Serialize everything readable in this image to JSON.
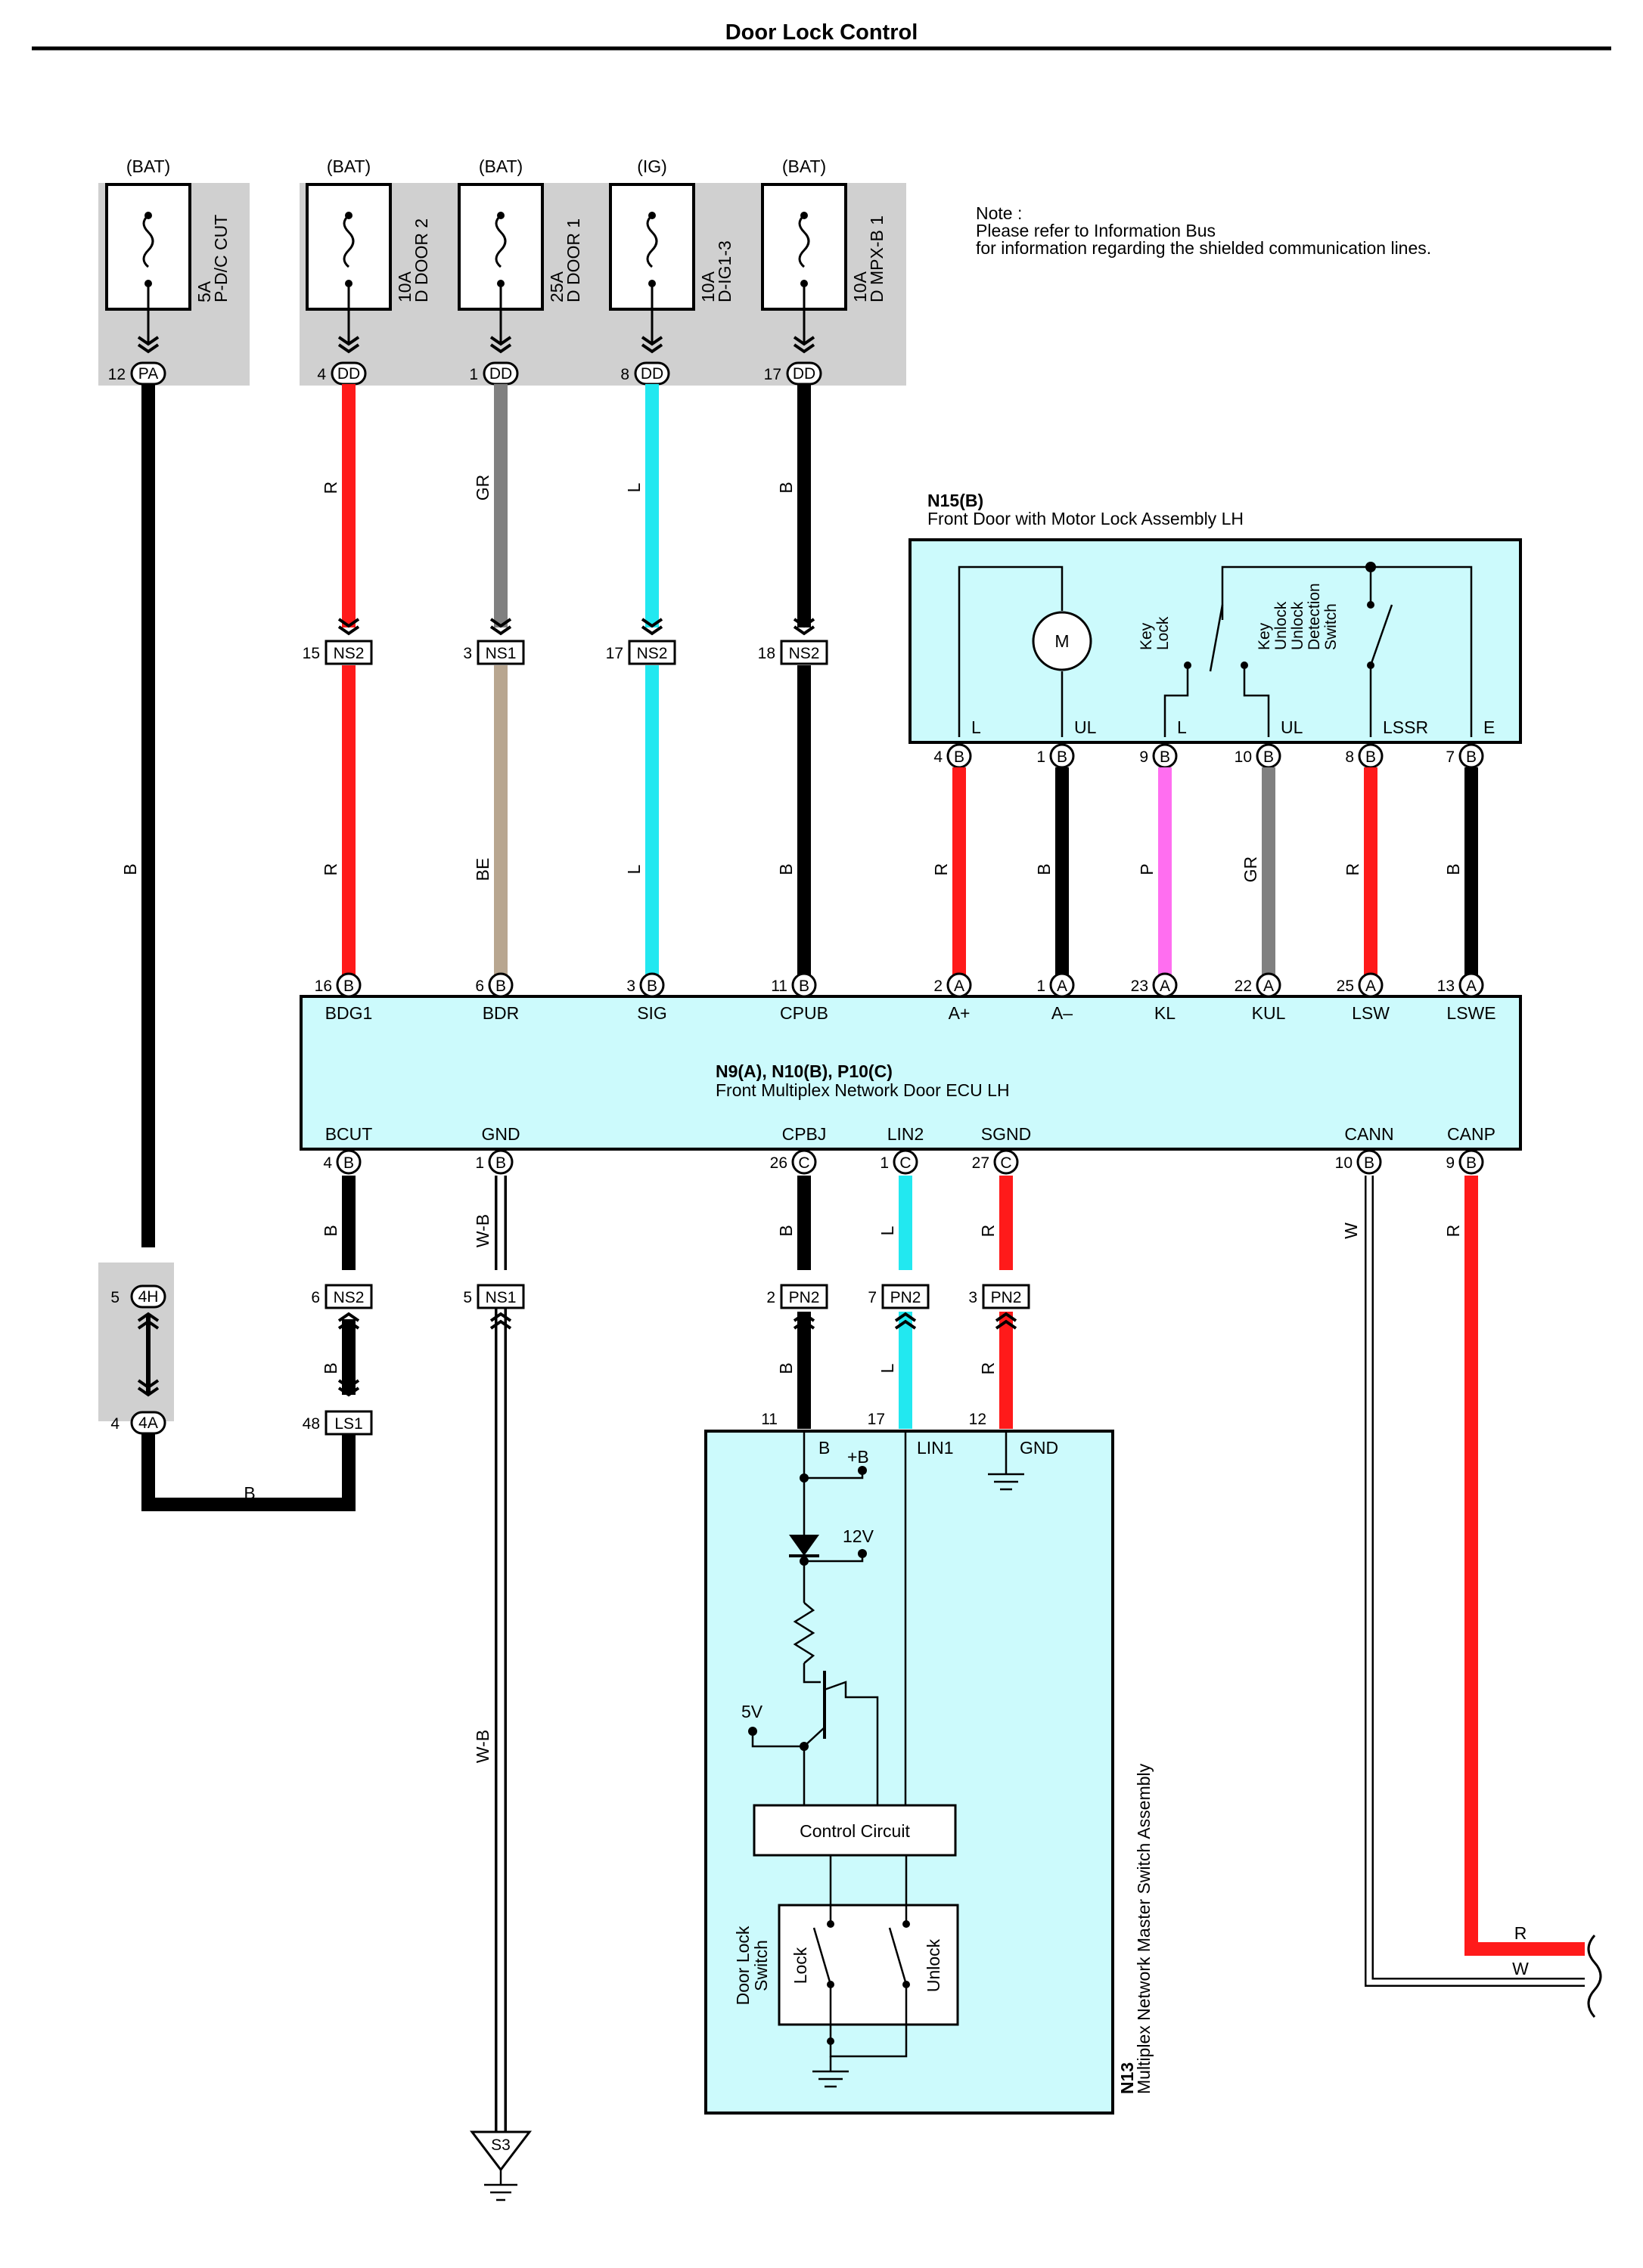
{
  "title": "Door Lock Control",
  "note": {
    "line1": "Note :",
    "line2": "Please refer to Information Bus",
    "line3": "for information regarding the shielded communication lines."
  },
  "colors": {
    "R": "#ff1a1a",
    "B": "#000000",
    "GR": "#808080",
    "L": "#22e8f0",
    "BE": "#b8a690",
    "P": "#ff6ef0",
    "W": "#ffffff",
    "component_fill": "#ccfafc",
    "junction_fill": "#d0d0d0"
  },
  "fuses": [
    {
      "source": "(BAT)",
      "rating": "5A",
      "name": "P-D/C CUT",
      "pin": "12",
      "conn": "PA"
    },
    {
      "source": "(BAT)",
      "rating": "10A",
      "name": "D DOOR 2",
      "pin": "4",
      "conn": "DD"
    },
    {
      "source": "(BAT)",
      "rating": "25A",
      "name": "D DOOR 1",
      "pin": "1",
      "conn": "DD"
    },
    {
      "source": "(IG)",
      "rating": "10A",
      "name": "D-IG1-3",
      "pin": "8",
      "conn": "DD"
    },
    {
      "source": "(BAT)",
      "rating": "10A",
      "name": "D MPX-B 1",
      "pin": "17",
      "conn": "DD"
    }
  ],
  "upper_wire_colors": [
    "B",
    "R",
    "GR",
    "L",
    "B"
  ],
  "mid_connectors": [
    {
      "pin": "15",
      "conn": "NS2"
    },
    {
      "pin": "3",
      "conn": "NS1"
    },
    {
      "pin": "17",
      "conn": "NS2"
    },
    {
      "pin": "18",
      "conn": "NS2"
    }
  ],
  "mid_wire_colors": [
    "R",
    "BE",
    "L",
    "B"
  ],
  "n15": {
    "id": "N15(B)",
    "name": "Front Door with Motor Lock Assembly LH",
    "motor": "M",
    "key_lock": [
      "Key",
      "Lock"
    ],
    "key_unlock": [
      "Key",
      "Unlock"
    ],
    "detection": [
      "Unlock",
      "Detection",
      "Switch"
    ],
    "terminals": [
      "L",
      "UL",
      "L",
      "UL",
      "LSSR",
      "E"
    ],
    "pins": [
      "4",
      "1",
      "9",
      "10",
      "8",
      "7"
    ],
    "pin_conn": "B",
    "wire_colors": [
      "R",
      "B",
      "P",
      "GR",
      "R",
      "B"
    ]
  },
  "ecu": {
    "id": "N9(A), N10(B), P10(C)",
    "name": "Front Multiplex Network Door ECU LH",
    "top_pins": [
      {
        "pin": "16",
        "conn": "B",
        "term": "BDG1"
      },
      {
        "pin": "6",
        "conn": "B",
        "term": "BDR"
      },
      {
        "pin": "3",
        "conn": "B",
        "term": "SIG"
      },
      {
        "pin": "11",
        "conn": "B",
        "term": "CPUB"
      },
      {
        "pin": "2",
        "conn": "A",
        "term": "A+"
      },
      {
        "pin": "1",
        "conn": "A",
        "term": "A–"
      },
      {
        "pin": "23",
        "conn": "A",
        "term": "KL"
      },
      {
        "pin": "22",
        "conn": "A",
        "term": "KUL"
      },
      {
        "pin": "25",
        "conn": "A",
        "term": "LSW"
      },
      {
        "pin": "13",
        "conn": "A",
        "term": "LSWE"
      }
    ],
    "bottom_pins": [
      {
        "pin": "4",
        "conn": "B",
        "term": "BCUT"
      },
      {
        "pin": "1",
        "conn": "B",
        "term": "GND"
      },
      {
        "pin": "26",
        "conn": "C",
        "term": "CPBJ"
      },
      {
        "pin": "1",
        "conn": "C",
        "term": "LIN2"
      },
      {
        "pin": "27",
        "conn": "C",
        "term": "SGND"
      },
      {
        "pin": "10",
        "conn": "B",
        "term": "CANN"
      },
      {
        "pin": "9",
        "conn": "B",
        "term": "CANP"
      }
    ]
  },
  "lower_wire_colors": [
    "B",
    "W-B",
    "B",
    "L",
    "R",
    "W",
    "R"
  ],
  "lower_connectors": [
    {
      "pin": "5",
      "conn": "4H"
    },
    {
      "pin": "6",
      "conn": "NS2"
    },
    {
      "pin": "5",
      "conn": "NS1"
    },
    {
      "pin": "2",
      "conn": "PN2"
    },
    {
      "pin": "7",
      "conn": "PN2"
    },
    {
      "pin": "3",
      "conn": "PN2"
    }
  ],
  "lower_connectors2": [
    {
      "pin": "4",
      "conn": "4A"
    },
    {
      "pin": "48",
      "conn": "LS1"
    }
  ],
  "lower_wire_colors2": [
    "B",
    "B",
    "L",
    "R"
  ],
  "pcb_wire_colors": [
    "B",
    "W-B",
    "B"
  ],
  "n13": {
    "pins": [
      "11",
      "17",
      "12"
    ],
    "terms": [
      "B",
      "LIN1",
      "GND"
    ],
    "plus_b": "+B",
    "v12": "12V",
    "v5": "5V",
    "control": "Control Circuit",
    "switch": [
      "Door Lock",
      "Switch"
    ],
    "lock": "Lock",
    "unlock": "Unlock",
    "id": "N13",
    "name": "Multiplex Network Master Switch Assembly"
  },
  "ground": "S3",
  "can_labels": [
    "R",
    "W"
  ]
}
